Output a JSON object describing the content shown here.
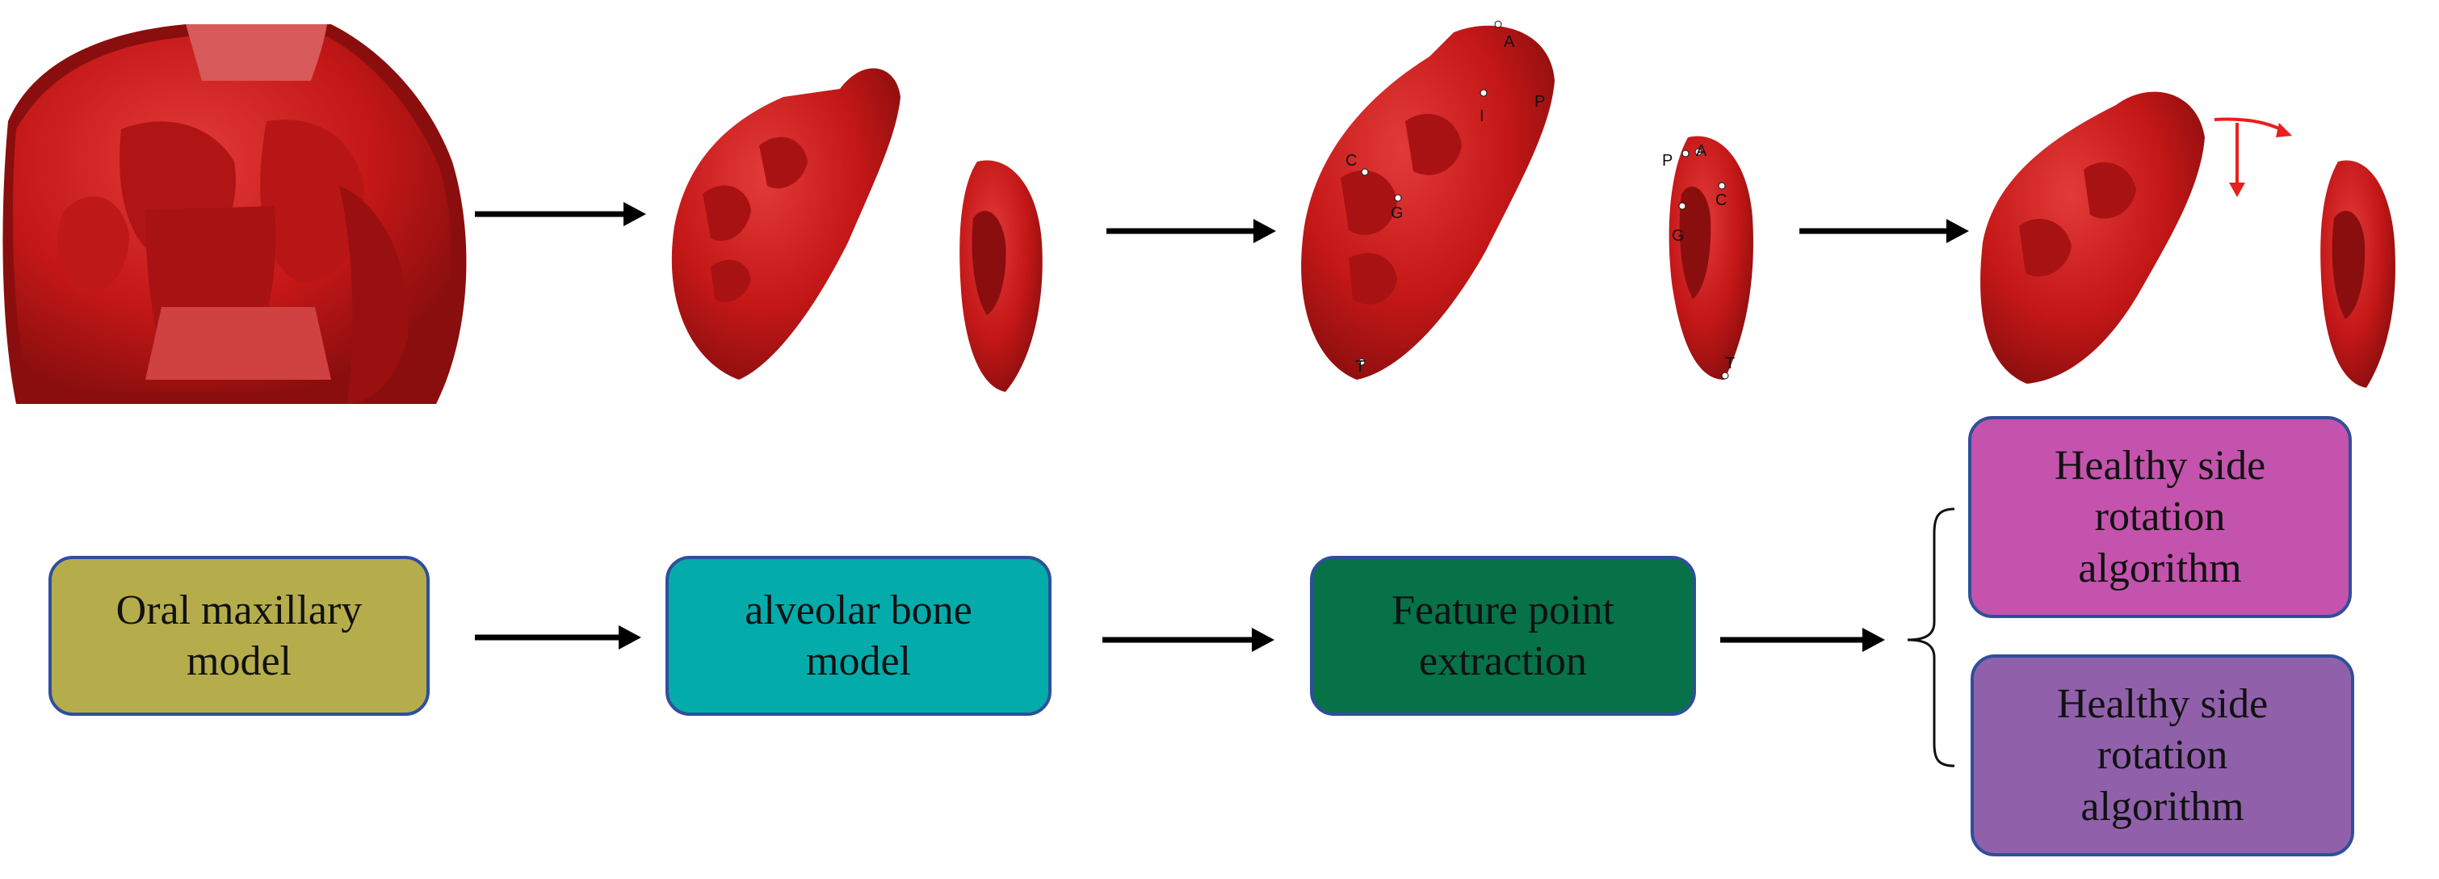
{
  "colors": {
    "model_red": "#cc1a1a",
    "model_dark": "#8a0e0e",
    "model_highlight": "#e04a4a",
    "arrow": "#000000",
    "rotation_arrow": "#e8201e",
    "box_border": "#2f4f9a",
    "oral_box": "#b5ad4c",
    "alveolar_box": "#04abab",
    "feature_box": "#077148",
    "rotation_box_top": "#c453ad",
    "rotation_box_bottom": "#9061aa"
  },
  "models": {
    "alveolar_landmarks": [
      "A",
      "P",
      "I",
      "C",
      "G",
      "T"
    ],
    "side_landmarks": [
      "P",
      "A",
      "C",
      "G",
      "T"
    ]
  },
  "flow": {
    "oral_label": "Oral maxillary\nmodel",
    "alveolar_label": "alveolar bone\nmodel",
    "feature_label": "Feature point\nextraction",
    "rotation_top_label": "Healthy side\nrotation\nalgorithm",
    "rotation_bottom_label": "Healthy side\nrotation\nalgorithm"
  }
}
